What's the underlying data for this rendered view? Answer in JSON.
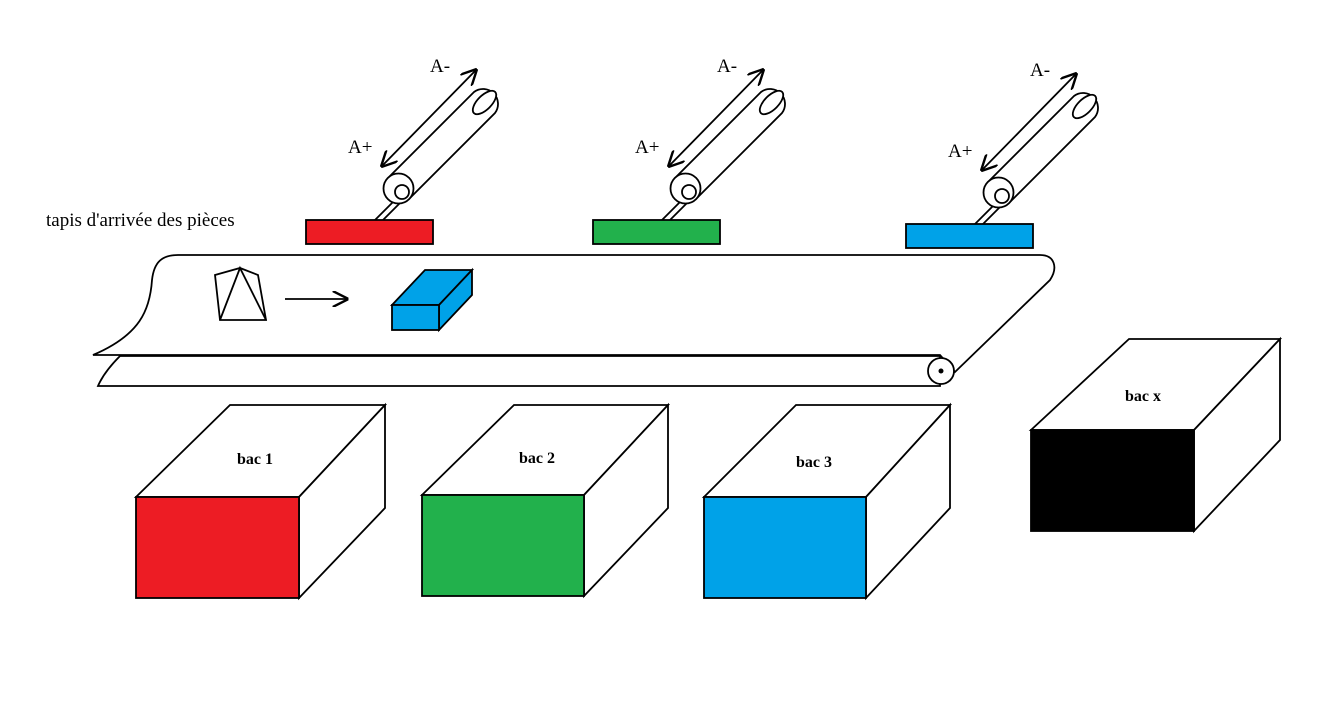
{
  "belt_label": "tapis d'arrivée des pièces",
  "cylinders": [
    {
      "retract_label": "A-",
      "extend_label": "A+",
      "pusher_color": "#ed1c24"
    },
    {
      "retract_label": "A-",
      "extend_label": "A+",
      "pusher_color": "#22b14c"
    },
    {
      "retract_label": "A-",
      "extend_label": "A+",
      "pusher_color": "#00a2e8"
    }
  ],
  "piece_color": "#00a2e8",
  "bins": [
    {
      "label": "bac 1",
      "color": "#ed1c24"
    },
    {
      "label": "bac 2",
      "color": "#22b14c"
    },
    {
      "label": "bac 3",
      "color": "#00a2e8"
    },
    {
      "label": "bac x",
      "color": "#000000"
    }
  ]
}
